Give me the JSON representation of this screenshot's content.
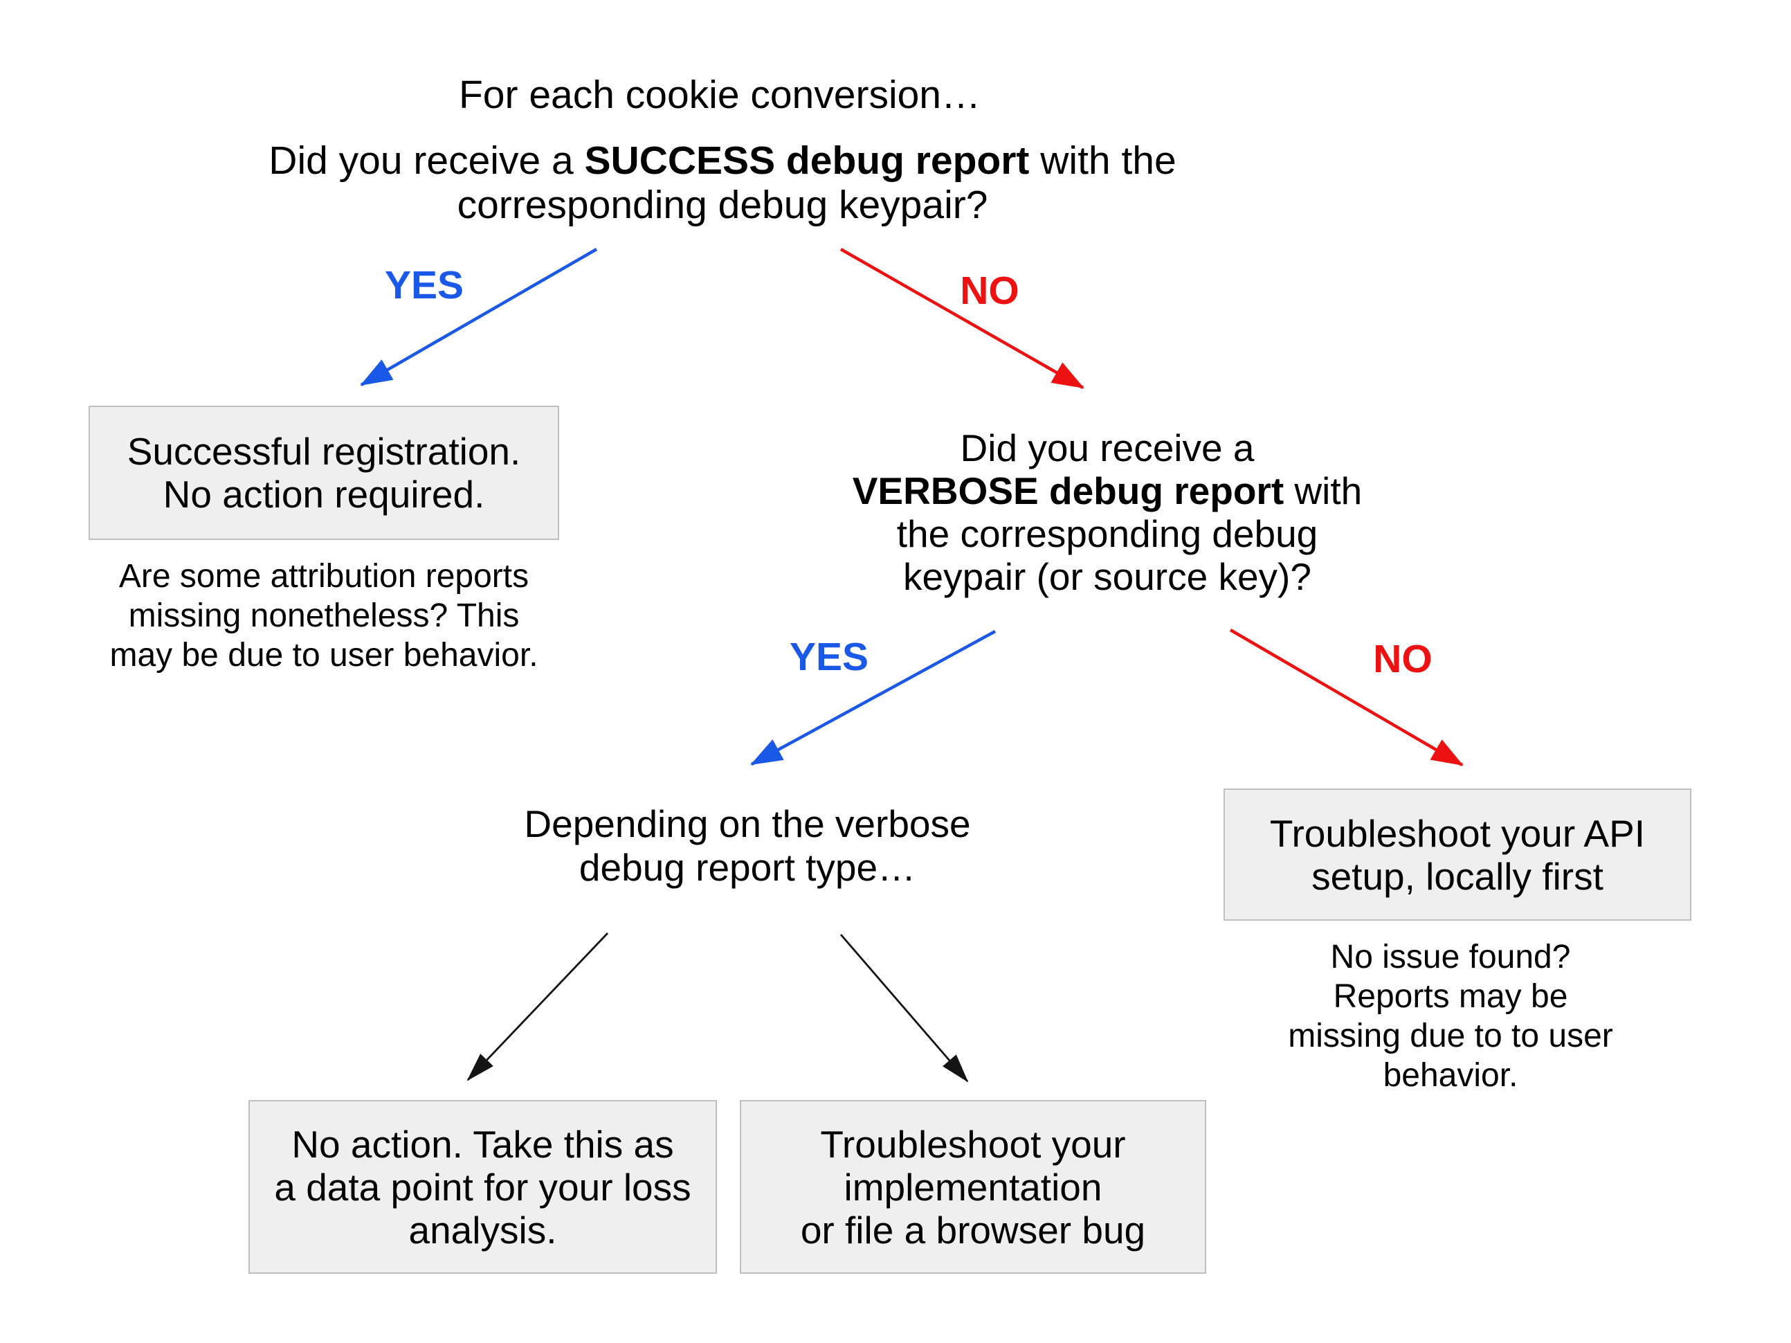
{
  "colors": {
    "yes_blue": "#1a58e8",
    "no_red": "#ee1111",
    "arrow_black": "#141414",
    "text_black": "#000000",
    "box_bg": "#efefef",
    "box_border": "#bfbfbf"
  },
  "root": {
    "intro": "For each cookie conversion…",
    "question_prefix": "Did you receive a ",
    "question_bold": "SUCCESS debug report",
    "question_suffix": " with the",
    "question_line2": "corresponding debug keypair?",
    "yes_label": "YES",
    "no_label": "NO"
  },
  "success_branch": {
    "box_text": "Successful registration.\nNo action required.",
    "note_text": "Are some attribution reports\nmissing nonetheless? This\nmay be due to user behavior."
  },
  "verbose_question": {
    "line1": "Did you receive a",
    "line2_bold": "VERBOSE debug report",
    "line2_rest": " with",
    "line3": "the corresponding debug",
    "line4": "keypair (or source key)?",
    "yes_label": "YES",
    "no_label": "NO"
  },
  "verbose_yes_branch": {
    "heading": "Depending on the verbose\ndebug report type…"
  },
  "api_branch": {
    "box_text": "Troubleshoot your API\nsetup, locally first",
    "note_text": "No issue found? Reports may be\nmissing due to to user behavior."
  },
  "loss_outcome": {
    "box_text": "No action. Take this as\na data point for your loss\nanalysis."
  },
  "impl_outcome": {
    "box_text": "Troubleshoot your\nimplementation\nor file a browser bug"
  }
}
